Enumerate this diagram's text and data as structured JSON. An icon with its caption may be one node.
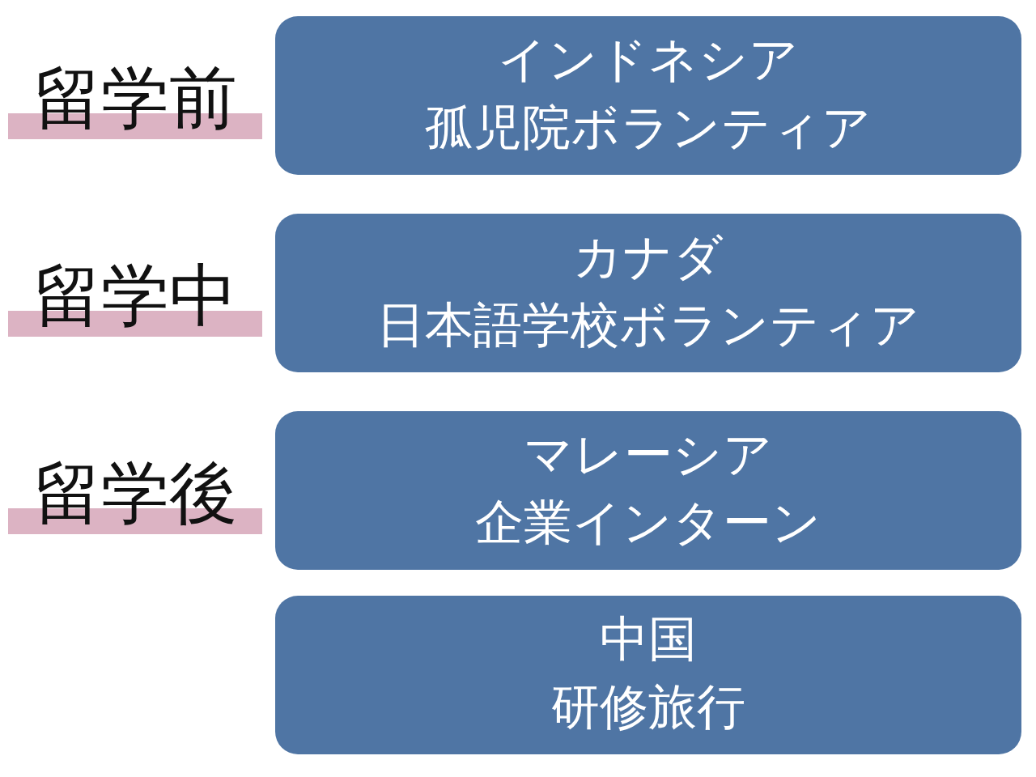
{
  "diagram": {
    "nodes": [
      {
        "text": [
          "インドネシア",
          "孤児院ボランティア"
        ]
      },
      {
        "text": [
          "カナダ",
          "日本語学校ボランティア"
        ]
      },
      {
        "text": [
          "マレーシア",
          "企業インターン"
        ]
      },
      {
        "text": [
          "中国",
          "研修旅行"
        ]
      }
    ],
    "labels": [
      "留学前",
      "留学中",
      "留学後"
    ]
  }
}
